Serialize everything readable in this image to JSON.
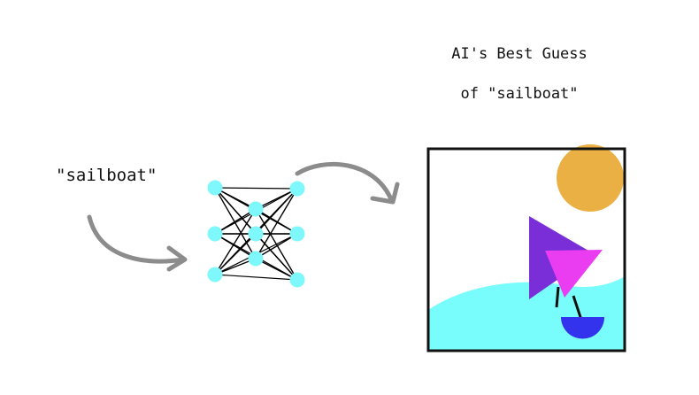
{
  "input": {
    "prompt_text": "\"sailboat\""
  },
  "output": {
    "title_line1": "AI's Best Guess",
    "title_line2": "of \"sailboat\""
  },
  "colors": {
    "node": "#7ef8fb",
    "edge": "#000000",
    "arrow": "#8c8c8c",
    "frame": "#111111",
    "sun": "#ebb044",
    "water": "#79fcfc",
    "sail_back": "#7a2ed8",
    "sail_front": "#ea3cf0",
    "hull": "#3333ee",
    "mast": "#111111"
  },
  "network": {
    "layer_sizes": [
      3,
      3,
      3
    ]
  }
}
